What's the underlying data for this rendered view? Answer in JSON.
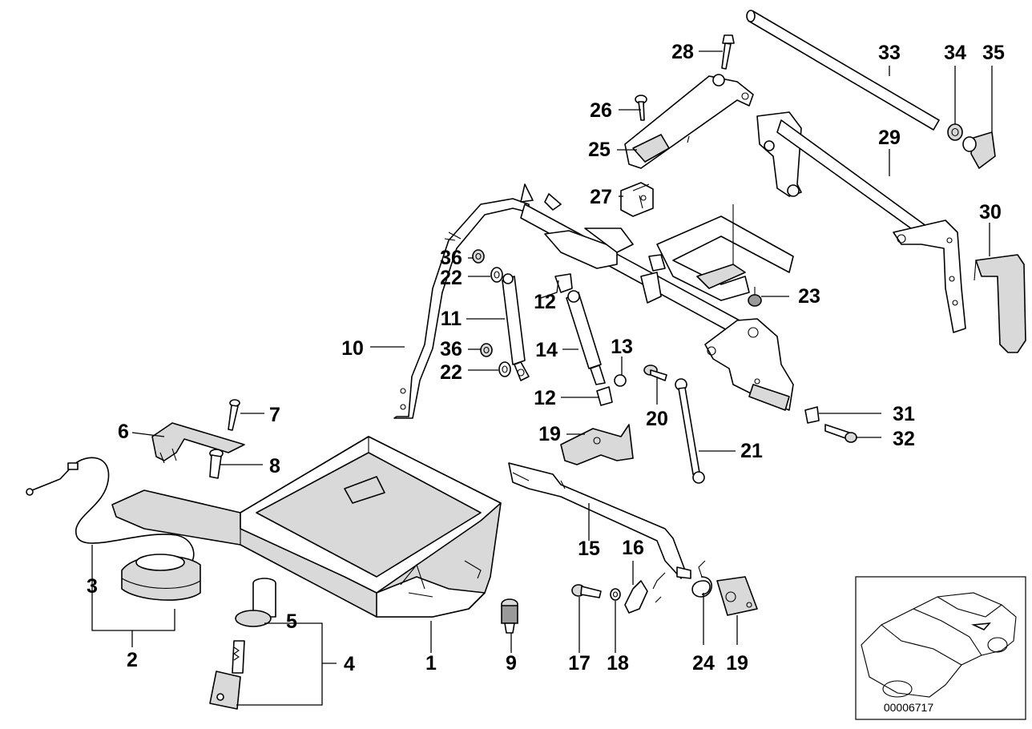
{
  "callouts": [
    {
      "id": "c1",
      "text": "1"
    },
    {
      "id": "c2",
      "text": "2"
    },
    {
      "id": "c3",
      "text": "3"
    },
    {
      "id": "c4",
      "text": "4"
    },
    {
      "id": "c5",
      "text": "5"
    },
    {
      "id": "c6",
      "text": "6"
    },
    {
      "id": "c7",
      "text": "7"
    },
    {
      "id": "c8",
      "text": "8"
    },
    {
      "id": "c9",
      "text": "9"
    },
    {
      "id": "c10",
      "text": "10"
    },
    {
      "id": "c11",
      "text": "11"
    },
    {
      "id": "c12a",
      "text": "12"
    },
    {
      "id": "c12b",
      "text": "12"
    },
    {
      "id": "c13",
      "text": "13"
    },
    {
      "id": "c14",
      "text": "14"
    },
    {
      "id": "c15",
      "text": "15"
    },
    {
      "id": "c16",
      "text": "16"
    },
    {
      "id": "c17",
      "text": "17"
    },
    {
      "id": "c18",
      "text": "18"
    },
    {
      "id": "c19a",
      "text": "19"
    },
    {
      "id": "c19b",
      "text": "19"
    },
    {
      "id": "c20",
      "text": "20"
    },
    {
      "id": "c21",
      "text": "21"
    },
    {
      "id": "c22a",
      "text": "22"
    },
    {
      "id": "c22b",
      "text": "22"
    },
    {
      "id": "c23",
      "text": "23"
    },
    {
      "id": "c24",
      "text": "24"
    },
    {
      "id": "c25",
      "text": "25"
    },
    {
      "id": "c26",
      "text": "26"
    },
    {
      "id": "c27",
      "text": "27"
    },
    {
      "id": "c28",
      "text": "28"
    },
    {
      "id": "c29",
      "text": "29"
    },
    {
      "id": "c30",
      "text": "30"
    },
    {
      "id": "c31",
      "text": "31"
    },
    {
      "id": "c32",
      "text": "32"
    },
    {
      "id": "c33",
      "text": "33"
    },
    {
      "id": "c34",
      "text": "34"
    },
    {
      "id": "c35",
      "text": "35"
    },
    {
      "id": "c36a",
      "text": "36"
    },
    {
      "id": "c36b",
      "text": "36"
    }
  ],
  "reference_number": "00006717"
}
